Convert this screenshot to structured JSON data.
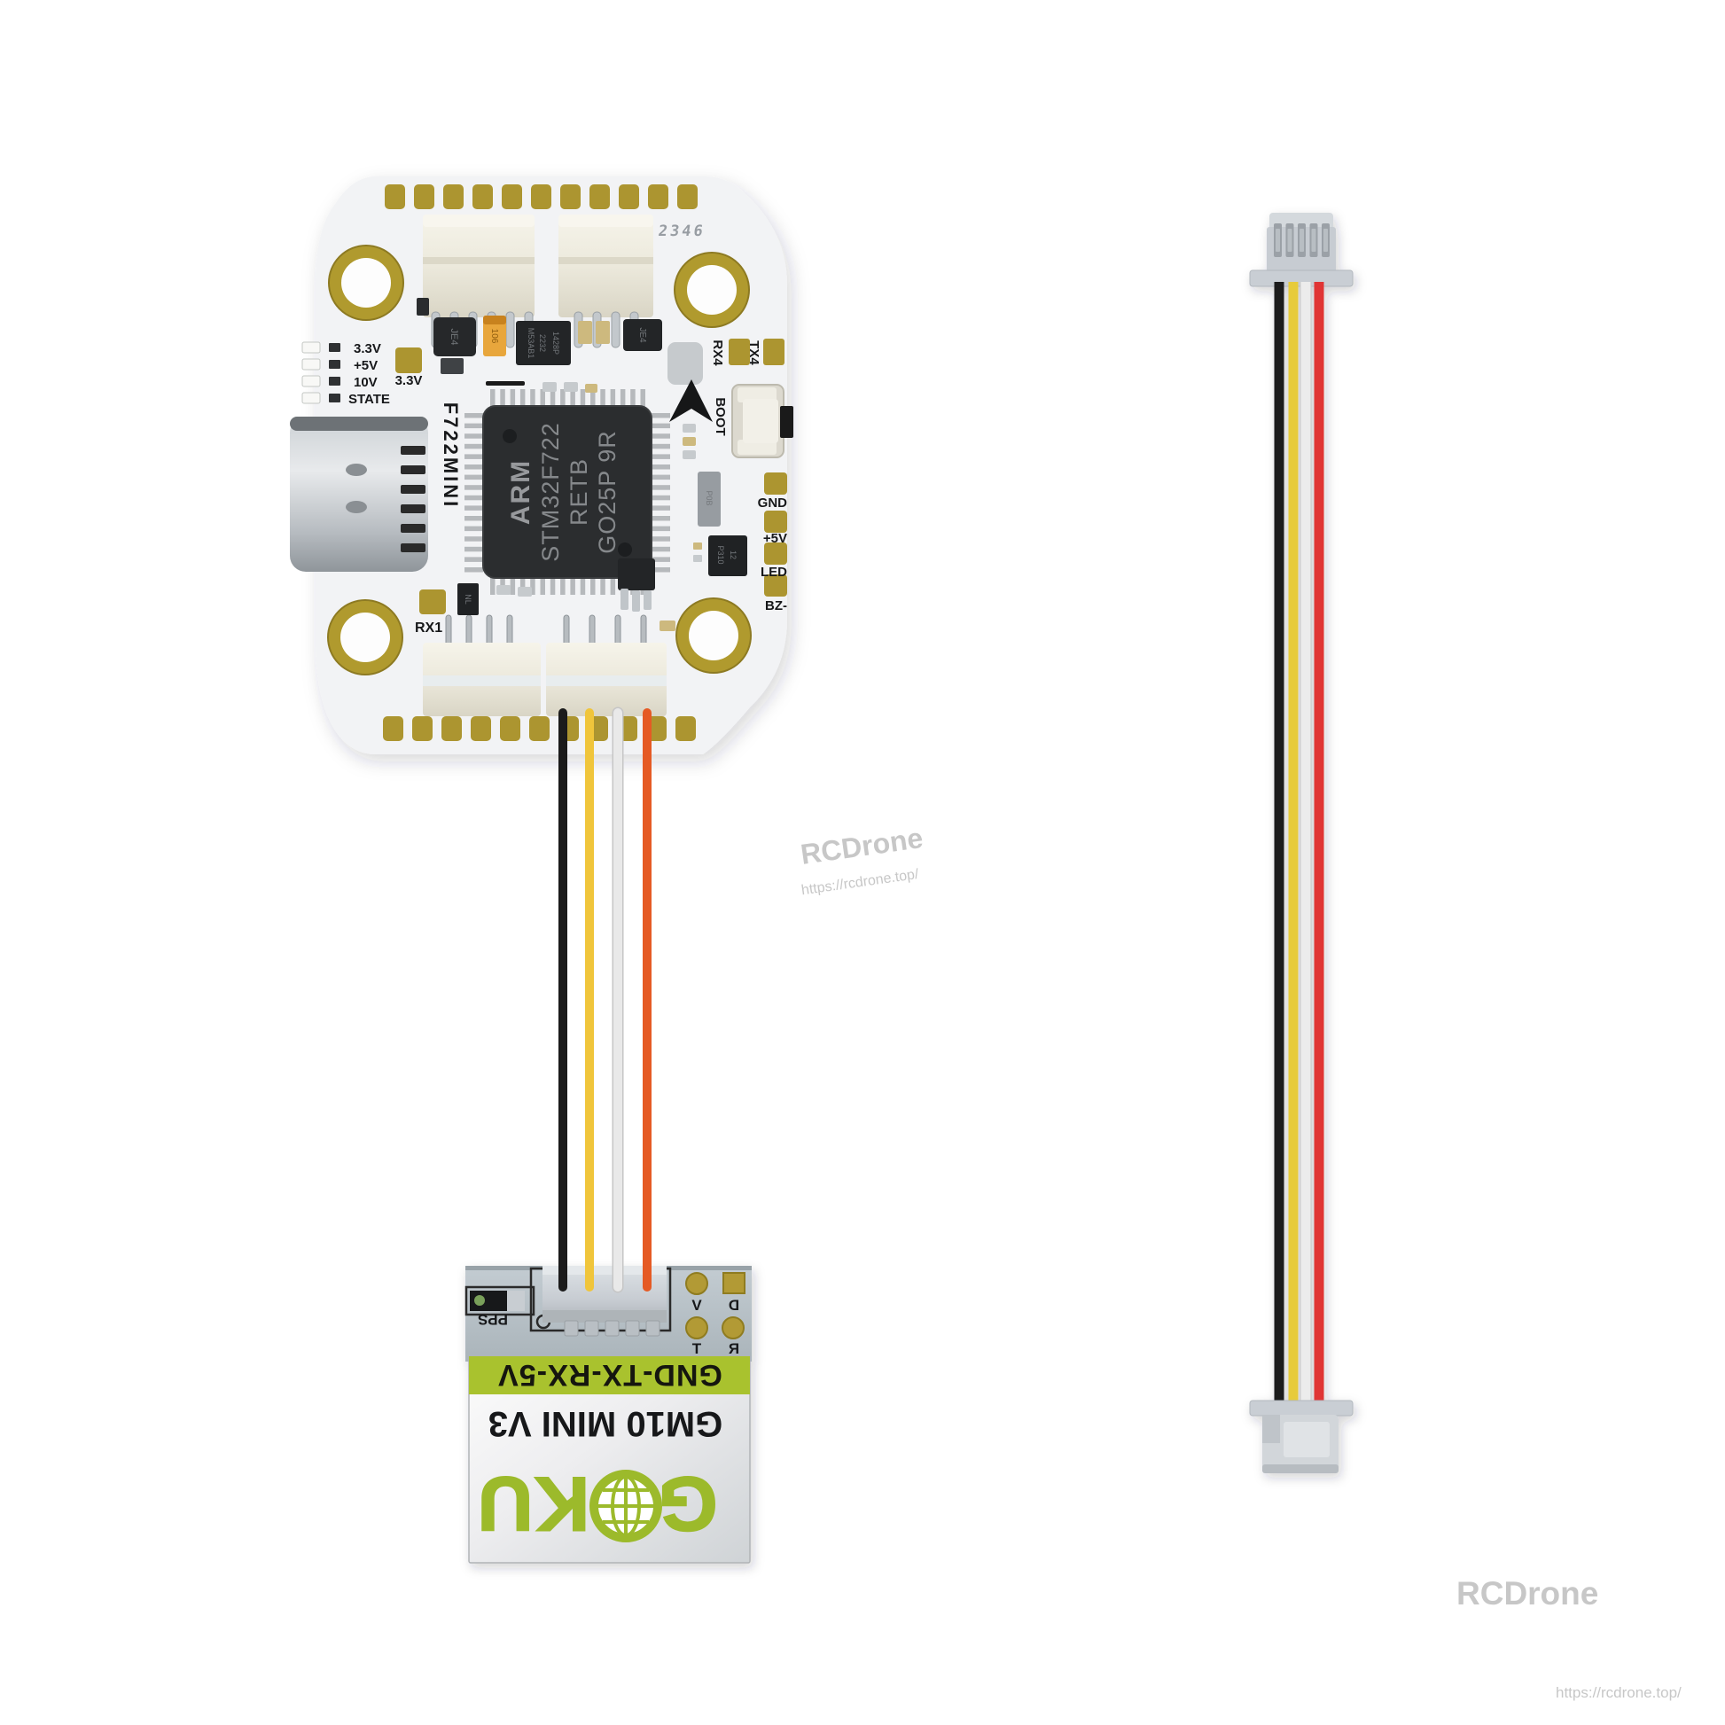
{
  "fc_board": {
    "date_code": "2346",
    "mcu": {
      "brand": "ARM",
      "part": "STM32F722",
      "line3": "RETB",
      "line4": "GO25P 9R"
    },
    "model": "F722MINI",
    "led_labels": [
      "3.3V",
      "+5V",
      "10V",
      "STATE"
    ],
    "pad_3v3_label": "3.3V",
    "labels": {
      "rx1": "RX1",
      "rx4": "RX4",
      "tx4": "TX4",
      "boot": "BOOT"
    },
    "right_pad_labels": [
      "GND",
      "+5V",
      "LED",
      "BZ-"
    ],
    "component_marks": {
      "je4_a": "JE4",
      "je4_b": "JE4",
      "cap": "106",
      "ic_a": "M53AB1",
      "ic_b": "2232",
      "ic_c": "1428P",
      "nl": "NL",
      "p0b": "P0B",
      "p310": "P310",
      "p310_b": "12"
    }
  },
  "gps_module": {
    "pps_label": "PPS",
    "pinout_band": "GND-TX-RX-5V",
    "model": "GM10 MINI V3",
    "brand": "GOKU",
    "brand_letters": {
      "g": "G",
      "k": "K",
      "u": "U"
    },
    "pad_labels": [
      "V",
      "D",
      "T",
      "R"
    ]
  },
  "connection_wires": {
    "colors": [
      "black",
      "yellow",
      "white",
      "orange"
    ],
    "hex": [
      "#1b1b1b",
      "#f0c53b",
      "#e9e9e9",
      "#e55a24"
    ],
    "outline_for_white": "#c6c6c6"
  },
  "cable": {
    "wire_colors": [
      "black",
      "yellow",
      "white",
      "red"
    ],
    "hex": [
      "#1c1c1c",
      "#e7cb3a",
      "#ececec",
      "#e03434"
    ],
    "outline_for_white": "#c9c9c9"
  },
  "watermarks": {
    "center": "RCDrone",
    "center_url": "https://rcdrone.top/",
    "corner": "RCDrone",
    "corner_url": "https://rcdrone.top/"
  },
  "colors": {
    "pcb_white": "#f2f3f5",
    "pad_gold": "#ac9530",
    "ring_gold": "#b09a2e",
    "gps_pcb": "#b5bfc4",
    "band_green": "#a9c22d",
    "logo_green": "#9cba2b",
    "mcu_black": "#2b2d2f",
    "watermark_gray": "#c7c7c7"
  }
}
